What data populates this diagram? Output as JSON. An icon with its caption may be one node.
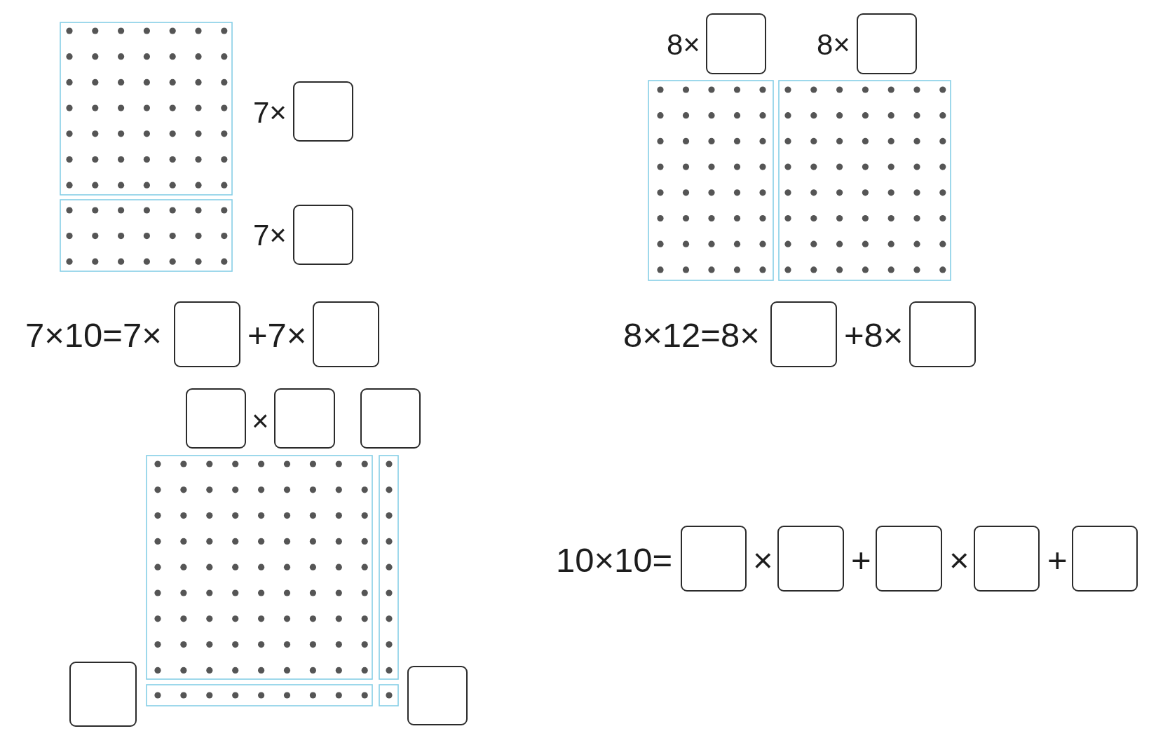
{
  "diagram": {
    "labels": [
      "7×",
      "7×",
      "7×10=7×",
      "+7×",
      "8×",
      "8×",
      "8×12=8×",
      "+8×",
      "×",
      "10×10=",
      "×",
      "+",
      "×",
      "+"
    ]
  }
}
